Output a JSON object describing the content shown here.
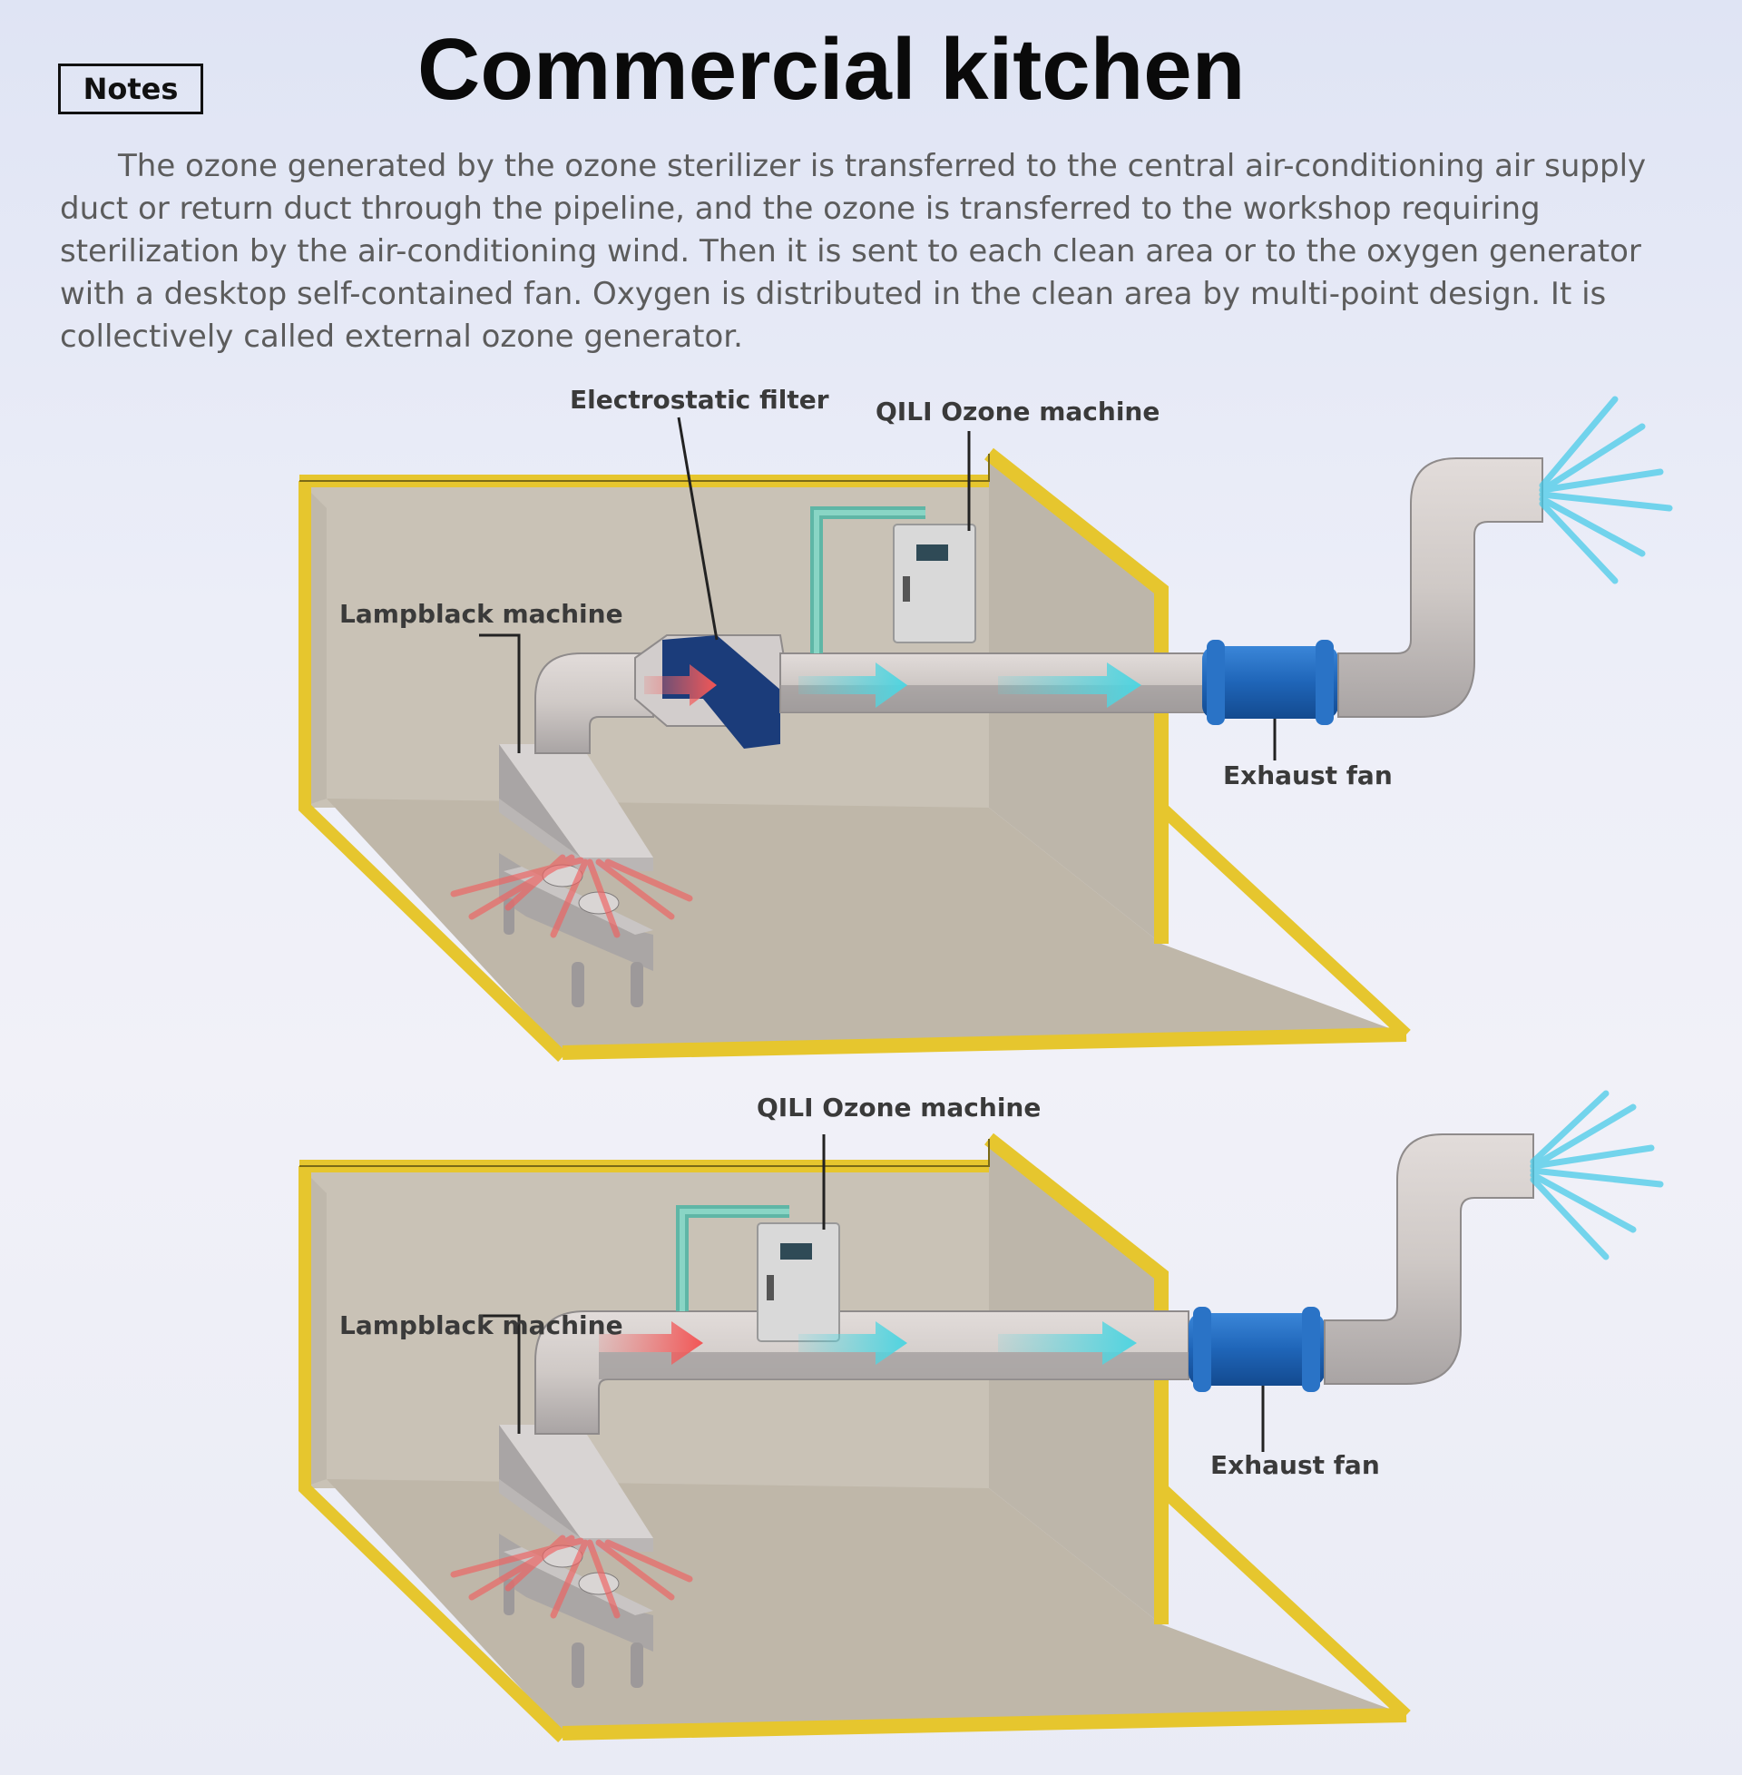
{
  "header": {
    "notes_label": "Notes",
    "title": "Commercial kitchen"
  },
  "intro_text": "The ozone generated by the ozone sterilizer is transferred to the central air-conditioning air supply duct or return duct through the pipeline, and the ozone is transferred to the workshop requiring sterilization by the air-conditioning wind. Then it is sent to each clean area or to the oxygen generator with a desktop self-contained fan. Oxygen is distributed in the clean area by multi-point design. It is collectively called external ozone generator.",
  "diagram_top": {
    "labels": {
      "filter": "Electrostatic filter",
      "ozone": "QILI Ozone machine",
      "lampblack": "Lampblack machine",
      "fan": "Exhaust fan"
    }
  },
  "diagram_bottom": {
    "labels": {
      "ozone": "QILI Ozone machine",
      "lampblack": "Lampblack machine",
      "fan": "Exhaust fan"
    }
  },
  "colors": {
    "wall": "#c9c2b6",
    "wall_edge": "#e6c62e",
    "wall_edge_dark": "#6b5a0c",
    "duct": "#cfc9c6",
    "duct_shade": "#9c9899",
    "ozone_pipe": "#79c7b8",
    "fan": "#1f65b8",
    "filter": "#1b3c7a",
    "hot_air": "#f07070",
    "ozone_air": "#58d8e0"
  }
}
